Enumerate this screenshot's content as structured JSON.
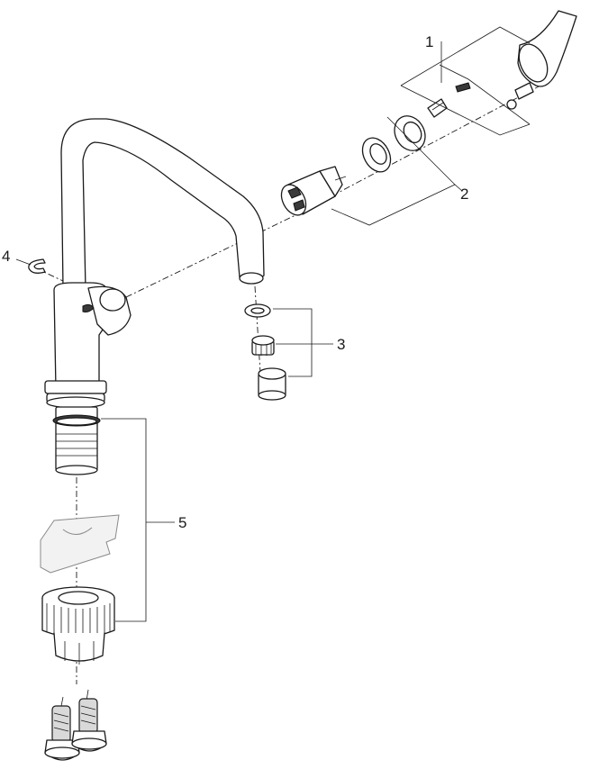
{
  "callouts": {
    "c1": "1",
    "c2": "2",
    "c3": "3",
    "c4": "4",
    "c5": "5"
  },
  "colors": {
    "line": "#1a1a1a",
    "fill": "#ffffff",
    "shade": "#d9d9d9"
  },
  "parts": [
    "lever-handle",
    "cartridge-assembly",
    "aerator-set",
    "retaining-clip",
    "mounting-set"
  ]
}
